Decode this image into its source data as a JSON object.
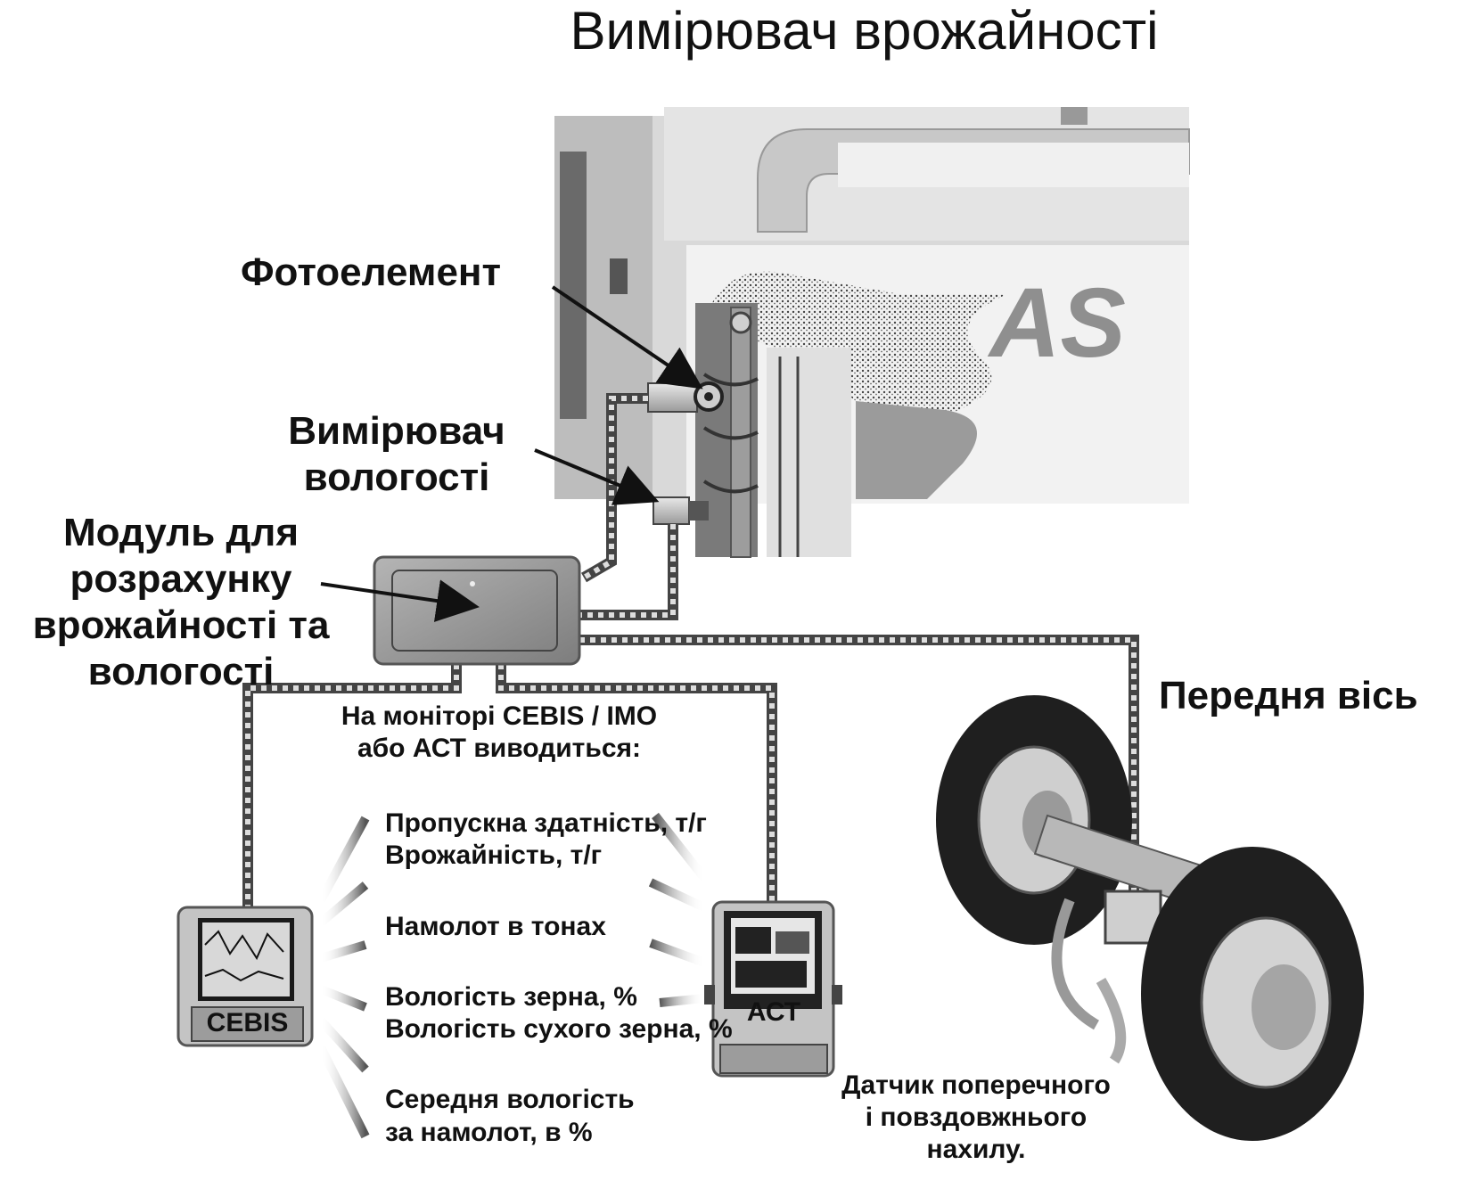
{
  "title": "Вимірювач врожайності",
  "labels": {
    "photocell": "Фотоелемент",
    "moisture_meter_line1": "Вимірювач",
    "moisture_meter_line2": "вологості",
    "module_line1": "Модуль для",
    "module_line2": "розрахунку",
    "module_line3": "врожайності та",
    "module_line4": "вологості",
    "front_axle": "Передня вісь",
    "monitor_caption_line1": "На моніторі CEBIS / IMO",
    "monitor_caption_line2": "або АСТ виводиться:",
    "sensor_line1": "Датчик поперечного",
    "sensor_line2": "і повздовжнього",
    "sensor_line3": "нахилу."
  },
  "outputs": {
    "throughput": "Пропускна здатність, т/г",
    "yield": "Врожайність, т/г",
    "harvest_tons": "Намолот в тонах",
    "grain_moisture": "Вологість зерна, %",
    "dry_grain_moisture": "Вологість сухого зерна, %",
    "avg_moisture_line1": "Середня вологість",
    "avg_moisture_line2": "за намолот,  в %"
  },
  "devices": {
    "cebis": "CEBIS",
    "act": "АСТ",
    "brand_fragment": "AS"
  }
}
